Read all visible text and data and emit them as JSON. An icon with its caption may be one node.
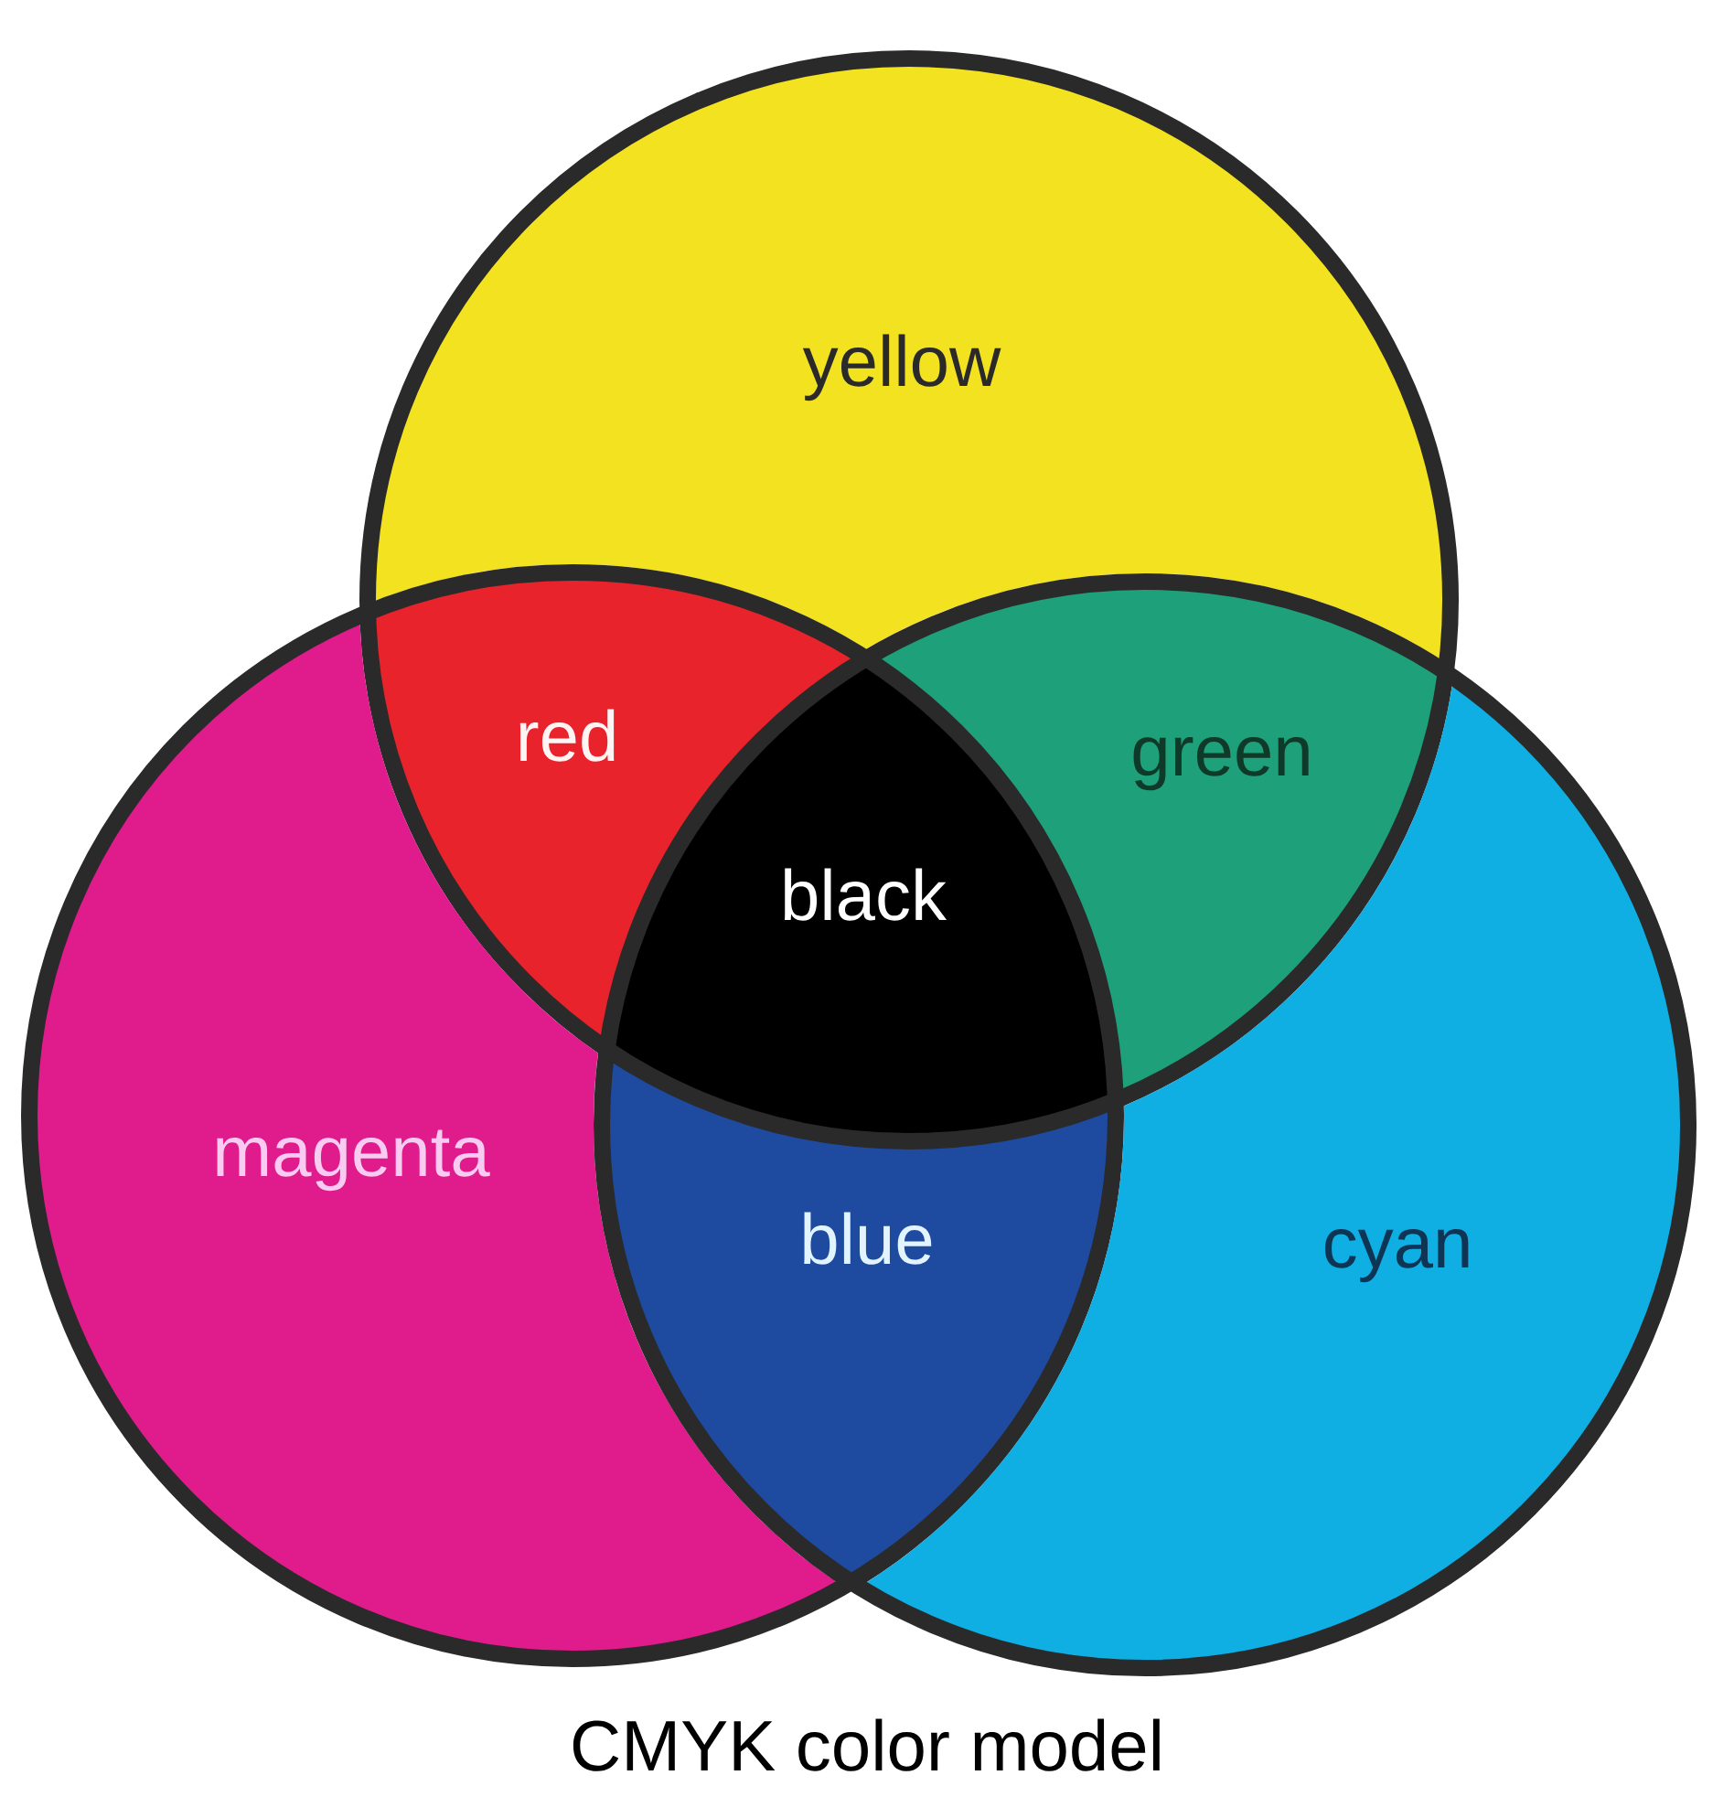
{
  "diagram": {
    "caption": "CMYK color model",
    "nodes": [
      {
        "text": [
          "yellow"
        ]
      },
      {
        "text": [
          "red"
        ]
      },
      {
        "text": [
          "green"
        ]
      },
      {
        "text": [
          "black"
        ]
      },
      {
        "text": [
          "magenta"
        ]
      },
      {
        "text": [
          "blue"
        ]
      },
      {
        "text": [
          "cyan"
        ]
      }
    ]
  }
}
